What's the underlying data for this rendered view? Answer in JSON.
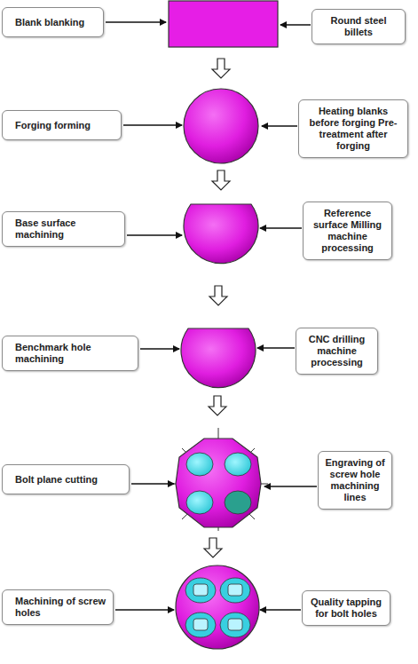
{
  "diagram": {
    "nodes": [
      {
        "text": [
          "Blank blanking"
        ]
      },
      {
        "text": [
          "Round steel billets"
        ]
      },
      {
        "text": [
          "Forging forming"
        ]
      },
      {
        "text": [
          "Heating blanks before forging Pre-treatment after forging"
        ]
      },
      {
        "text": [
          "Base surface machining"
        ]
      },
      {
        "text": [
          "Reference surface Milling machine processing"
        ]
      },
      {
        "text": [
          "Benchmark hole machining"
        ]
      },
      {
        "text": [
          "CNC drilling machine processing"
        ]
      },
      {
        "text": [
          "Bolt plane cutting"
        ]
      },
      {
        "text": [
          "Engraving of screw hole machining lines"
        ]
      },
      {
        "text": [
          "Machining of screw holes"
        ]
      },
      {
        "text": [
          "Quality tapping for bolt holes"
        ]
      }
    ]
  }
}
